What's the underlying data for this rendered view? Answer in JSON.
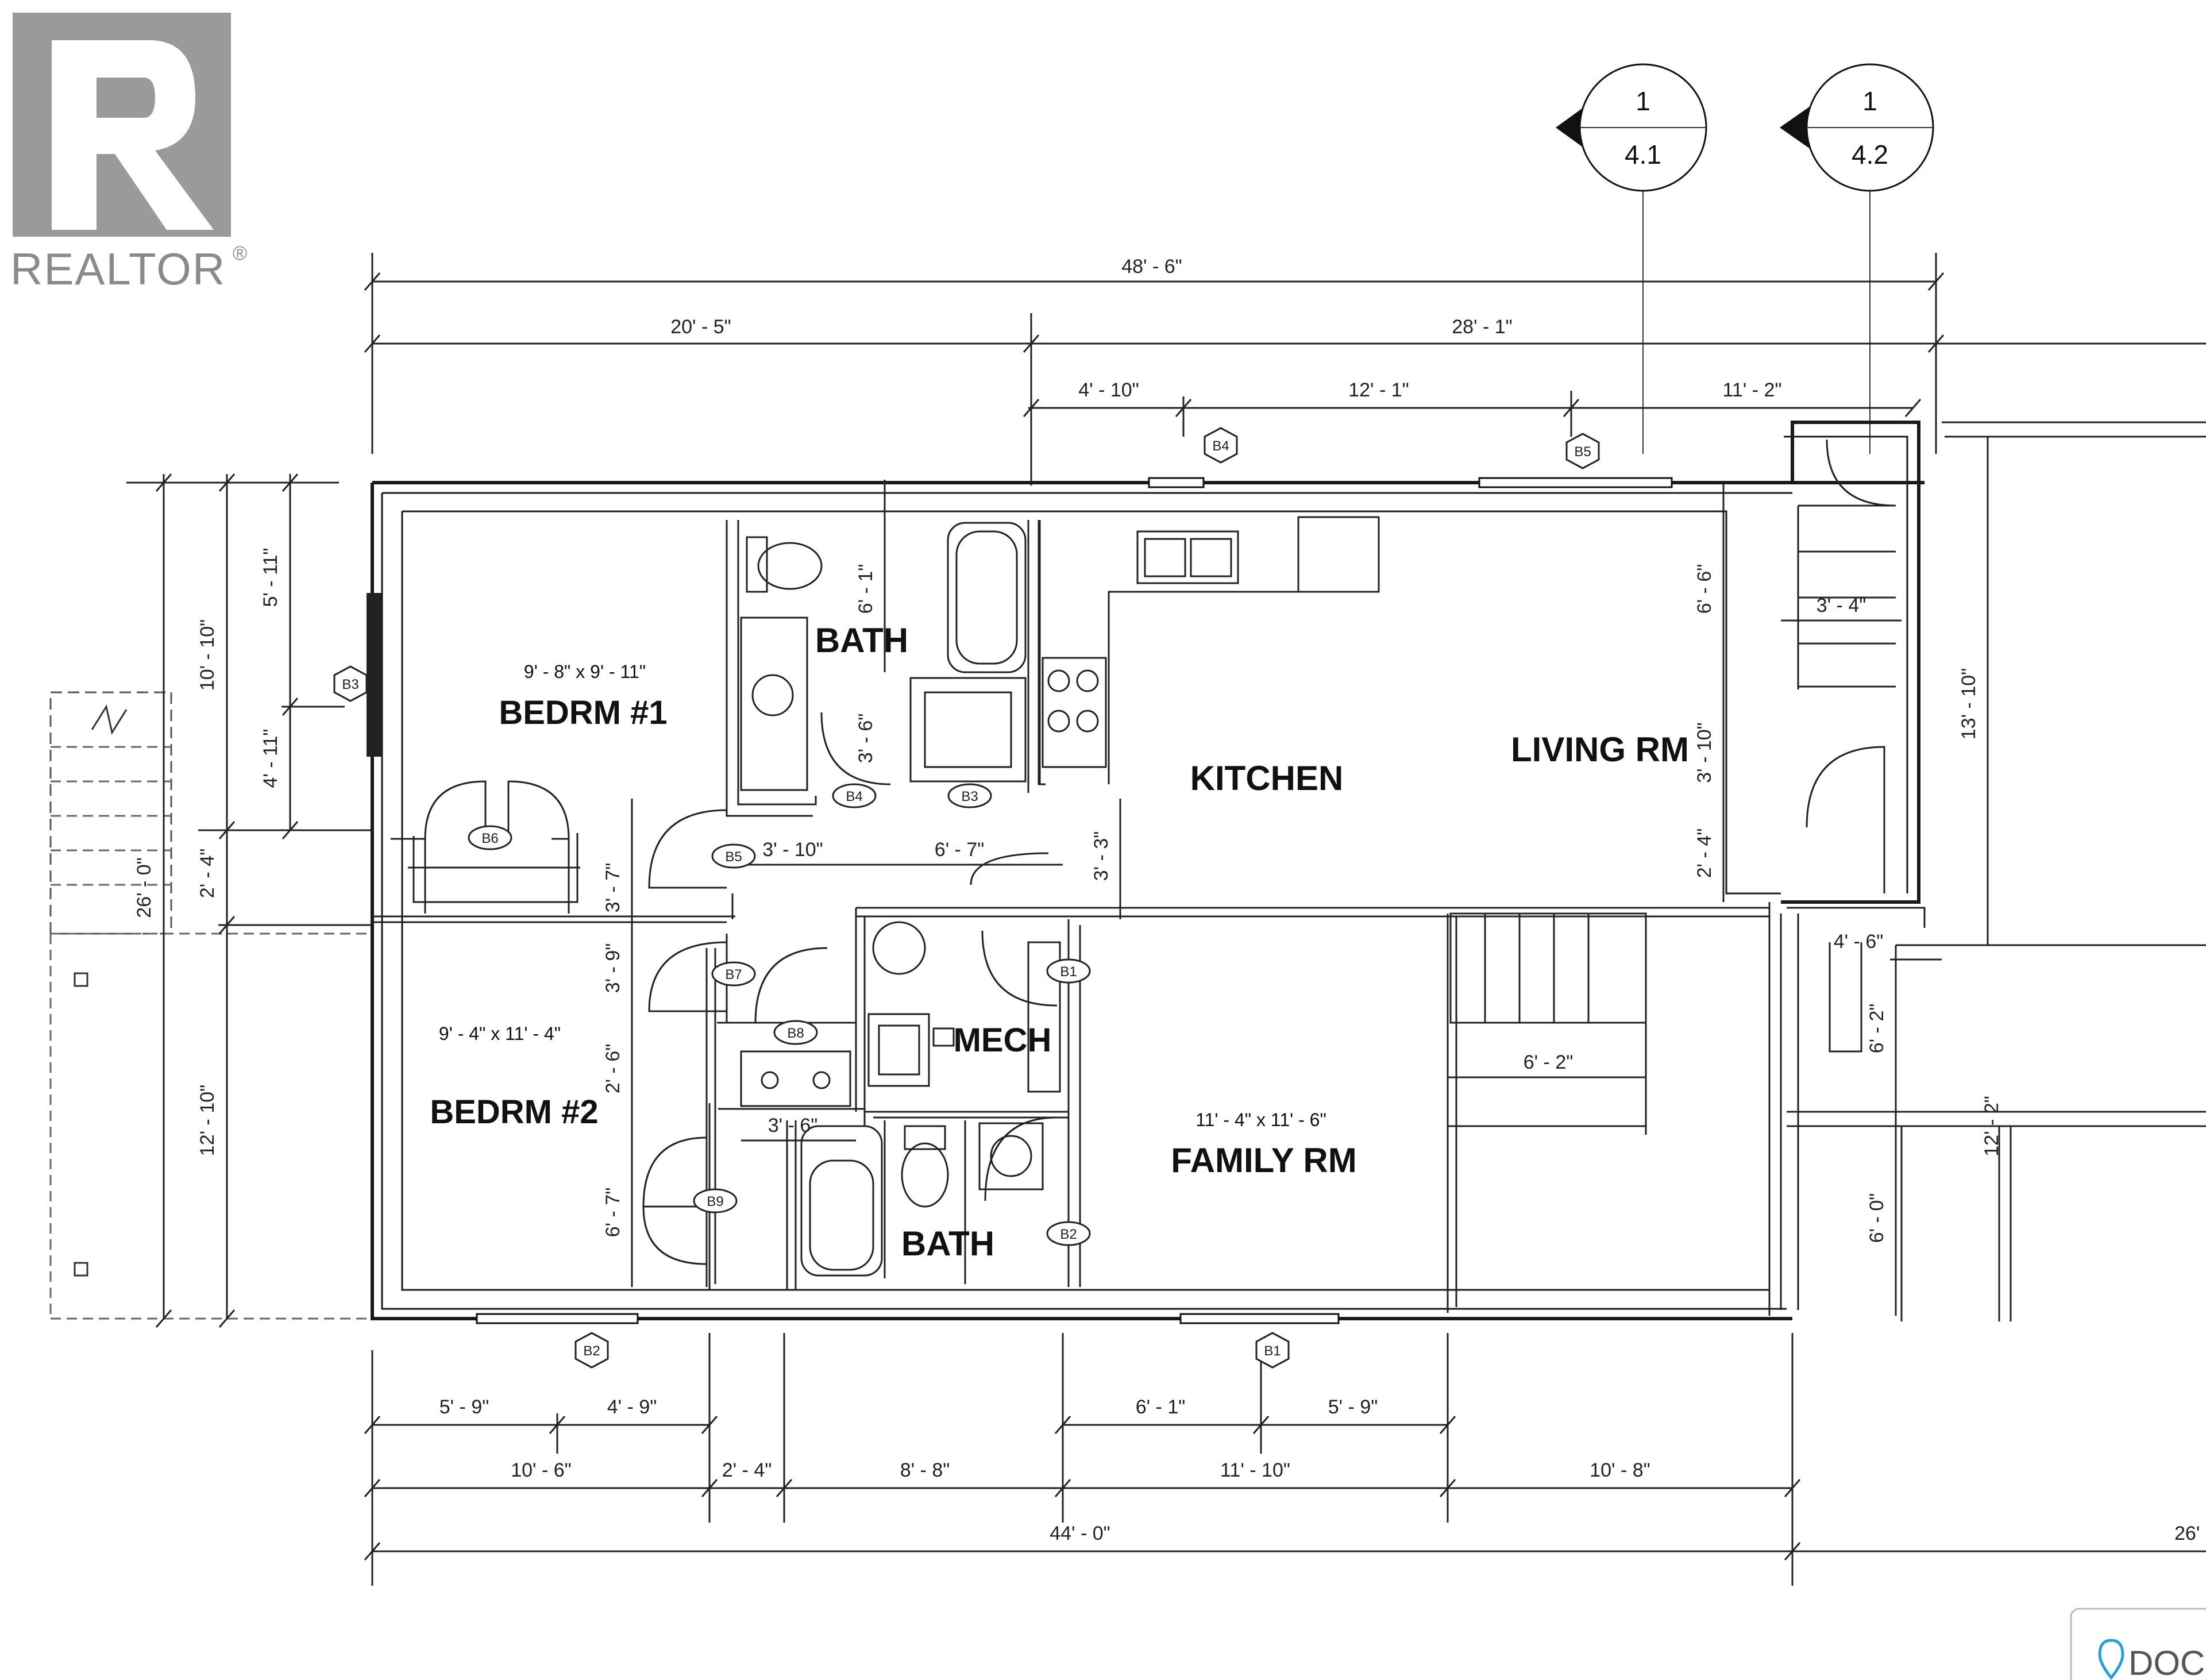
{
  "logo": {
    "text": "REALTOR",
    "reg": "®"
  },
  "section_markers": [
    {
      "number": "1",
      "sheet": "4.1"
    },
    {
      "number": "1",
      "sheet": "4.2"
    }
  ],
  "dimensions_top": {
    "overall": "48' - 6\"",
    "left": "20' - 5\"",
    "right": "28' - 1\"",
    "seg1": "4' - 10\"",
    "seg2": "12' - 1\"",
    "seg3": "11' - 2\""
  },
  "dimensions_left": {
    "total_a": "26' - 0\"",
    "upper": "10' - 10\"",
    "mid": "2' - 4\"",
    "lower": "12' - 10\"",
    "win_top": "5' - 11\"",
    "win_bot": "4' - 11\""
  },
  "dimensions_bottom": {
    "a1": "5' - 9\"",
    "a2": "4' - 9\"",
    "a3": "6' - 1\"",
    "a4": "5' - 9\"",
    "b1": "10' - 6\"",
    "b2": "2' - 4\"",
    "b3": "8' - 8\"",
    "b4": "11' - 10\"",
    "b5": "10' - 8\"",
    "overall": "44' - 0\"",
    "right_cut": "26'"
  },
  "dimensions_right": {
    "liv1": "6' - 6\"",
    "liv2": "3' - 10\"",
    "liv3": "2' - 4\"",
    "overall": "13' - 10\"",
    "stair_w": "3' - 4\"",
    "ent1": "4' - 6\"",
    "ent2": "6' - 2\"",
    "ent3": "12' - 2\"",
    "ent4": "6' - 0\""
  },
  "dimensions_interior": {
    "bed1_closet": "3' - 7\"",
    "bath1_v": "6' - 1\"",
    "bath1_h": "3' - 6\"",
    "hall1": "3' - 10\"",
    "hall2": "6' - 7\"",
    "kitchen_v": "3' - 3\"",
    "bed2_v1": "3' - 9\"",
    "bed2_v2": "2' - 6\"",
    "bed2_v3": "6' - 7\"",
    "bath2_h": "3' - 6\"",
    "stair_h": "6' - 2\""
  },
  "rooms": {
    "bed1_size": "9' - 8\" x 9' - 11\"",
    "bed1": "BEDRM #1",
    "bath1": "BATH",
    "kitchen": "KITCHEN",
    "living": "LIVING RM",
    "bed2_size": "9' - 4\" x 11' - 4\"",
    "bed2": "BEDRM #2",
    "mech": "MECH",
    "family_size": "11' - 4\" x 11' - 6\"",
    "family": "FAMILY RM",
    "bath2": "BATH"
  },
  "tags": {
    "B1": "B1",
    "B2": "B2",
    "B3": "B3",
    "B4": "B4",
    "B5": "B5",
    "B6": "B6",
    "B7": "B7",
    "B8": "B8",
    "B9": "B9"
  },
  "corner_badge": {
    "text": "DOC"
  }
}
